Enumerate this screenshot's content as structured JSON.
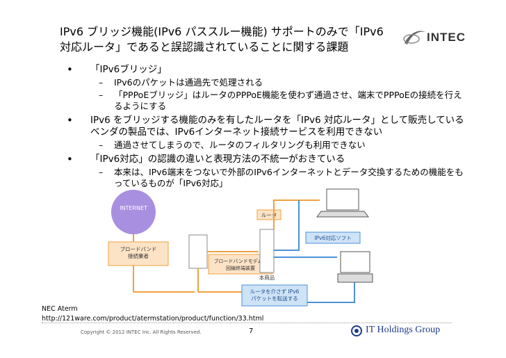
{
  "slide": {
    "title_line1": "IPv6 ブリッジ機能(IPv6 パススルー機能) サポートのみで「IPv6",
    "title_line2": "対応ルータ」であると誤認識されていることに関する課題",
    "logo_text": "INTEC",
    "bullets": [
      {
        "text": "「IPv6ブリッジ」",
        "subs": [
          "IPv6のパケットは通過先で処理される",
          "「PPPoEブリッジ」はルータのPPPoE機能を使わず通過させ、端末でPPPoEの接続を行えるようにする"
        ]
      },
      {
        "text": "IPv6 をブリッジする機能のみを有したルータを「IPv6 対応ルータ」として販売しているベンダの製品では、IPv6インターネット接続サービスを利用できない",
        "subs": [
          "通過させてしまうので、ルータのフィルタリングも利用できない"
        ]
      },
      {
        "text": "「IPv6対応」の認識の違いと表現方法の不統一がおきている",
        "subs": [
          "本来は、IPv6端末をつないで外部のIPv6インターネットとデータ交換するための機能をもっているものが「IPv6対応」"
        ]
      }
    ],
    "caption_line1": "NEC Aterm",
    "caption_line2": "http://121ware.com/product/atermstation/product/function/33.html",
    "copyright": "Copyright © 2012 INTEC Inc. All Rights Reserved.",
    "page_number": "7",
    "footer_logo": "IT Holdings Group"
  },
  "diagram": {
    "internet": "INTERNET",
    "isp": "ブロードバンド\n接続業者",
    "modem": "ブロードバンドモデム／\n回線終端装置",
    "router_tag": "ルータ",
    "product": "本商品",
    "ipv6_soft": "IPv6対応ソフト",
    "pass_through": "ルータを介さず IPv6\nパケットを転送する"
  },
  "colors": {
    "internet": "#a98fe0",
    "orange": "#f0a040",
    "blue": "#4a90d9",
    "tag_blue": "#cfe3f7",
    "tag_orange": "#fde3c6"
  }
}
